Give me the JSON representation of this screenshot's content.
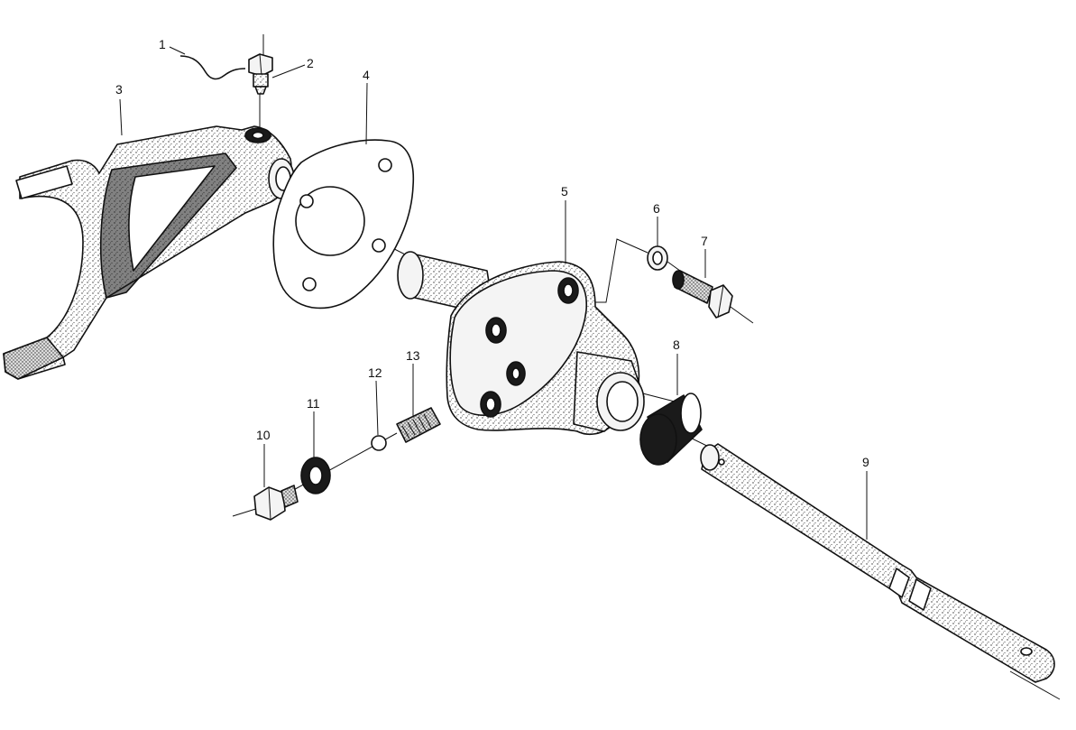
{
  "parts": [
    {
      "id": "1",
      "label": "1"
    },
    {
      "id": "2",
      "label": "2"
    },
    {
      "id": "3",
      "label": "3"
    },
    {
      "id": "4",
      "label": "4"
    },
    {
      "id": "5",
      "label": "5"
    },
    {
      "id": "6",
      "label": "6"
    },
    {
      "id": "7",
      "label": "7"
    },
    {
      "id": "8",
      "label": "8"
    },
    {
      "id": "9",
      "label": "9"
    },
    {
      "id": "10",
      "label": "10"
    },
    {
      "id": "11",
      "label": "11"
    },
    {
      "id": "12",
      "label": "12"
    },
    {
      "id": "13",
      "label": "13"
    }
  ],
  "colors": {
    "line": "#111111",
    "shade": "#1a1a1a",
    "fill": "#f4f4f4"
  }
}
